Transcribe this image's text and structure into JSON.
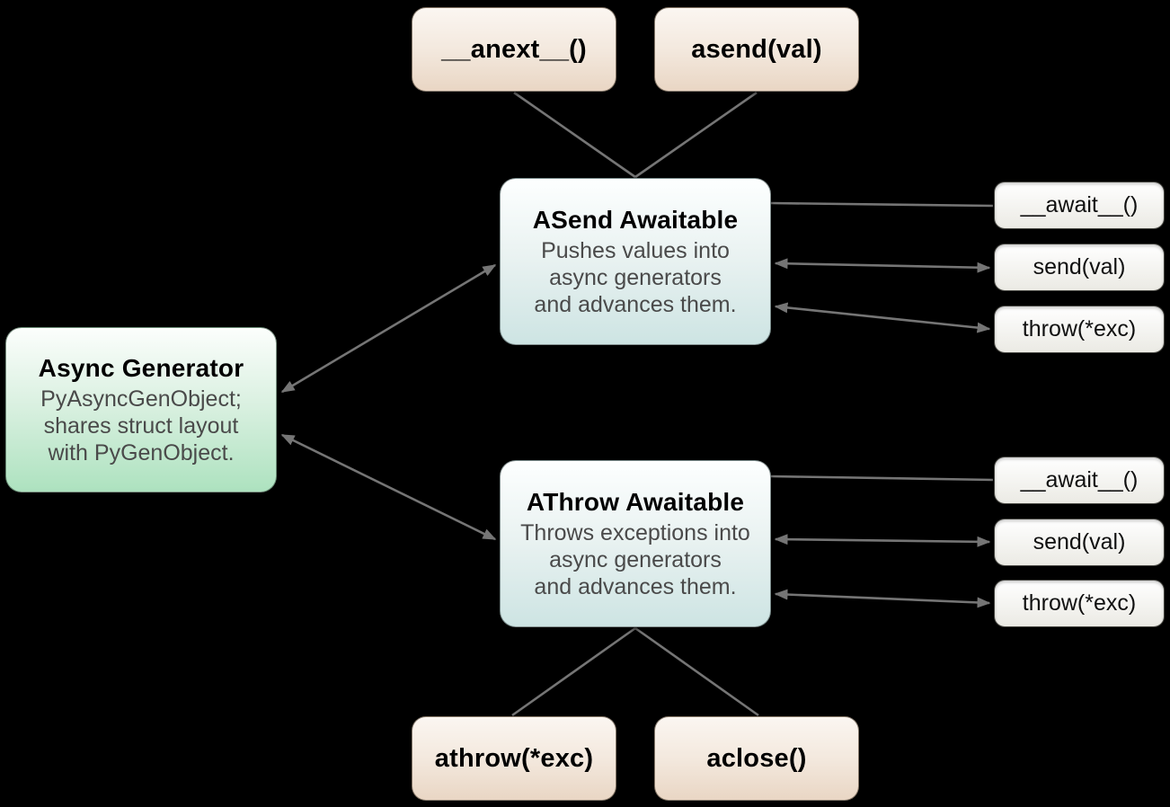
{
  "colors": {
    "background": "#000000",
    "line": "#757575",
    "method_top": "#fbf6f1",
    "method_bottom": "#e9d6c4",
    "awaitable_top": "#fdffff",
    "awaitable_bottom": "#cde4e3",
    "generator_top": "#fcfefc",
    "generator_bottom": "#ade2bf",
    "small_top": "#ffffff",
    "small_bottom": "#ebeae4",
    "body_text": "#4a4a4a"
  },
  "nodes": {
    "anext": {
      "label": "__anext__()"
    },
    "asend": {
      "label": "asend(val)"
    },
    "asend_awaitable": {
      "title": "ASend Awaitable",
      "body": "Pushes values into\nasync generators\nand advances them."
    },
    "async_generator": {
      "title": "Async Generator",
      "body": "PyAsyncGenObject;\nshares struct layout\nwith PyGenObject."
    },
    "athrow_awaitable": {
      "title": "AThrow Awaitable",
      "body": "Throws exceptions into\nasync generators\nand advances them."
    },
    "athrow": {
      "label": "athrow(*exc)"
    },
    "aclose": {
      "label": "aclose()"
    },
    "asend_await": {
      "label": "__await__()"
    },
    "asend_send": {
      "label": "send(val)"
    },
    "asend_throw": {
      "label": "throw(*exc)"
    },
    "athrow_await": {
      "label": "__await__()"
    },
    "athrow_send": {
      "label": "send(val)"
    },
    "athrow_throw": {
      "label": "throw(*exc)"
    }
  }
}
